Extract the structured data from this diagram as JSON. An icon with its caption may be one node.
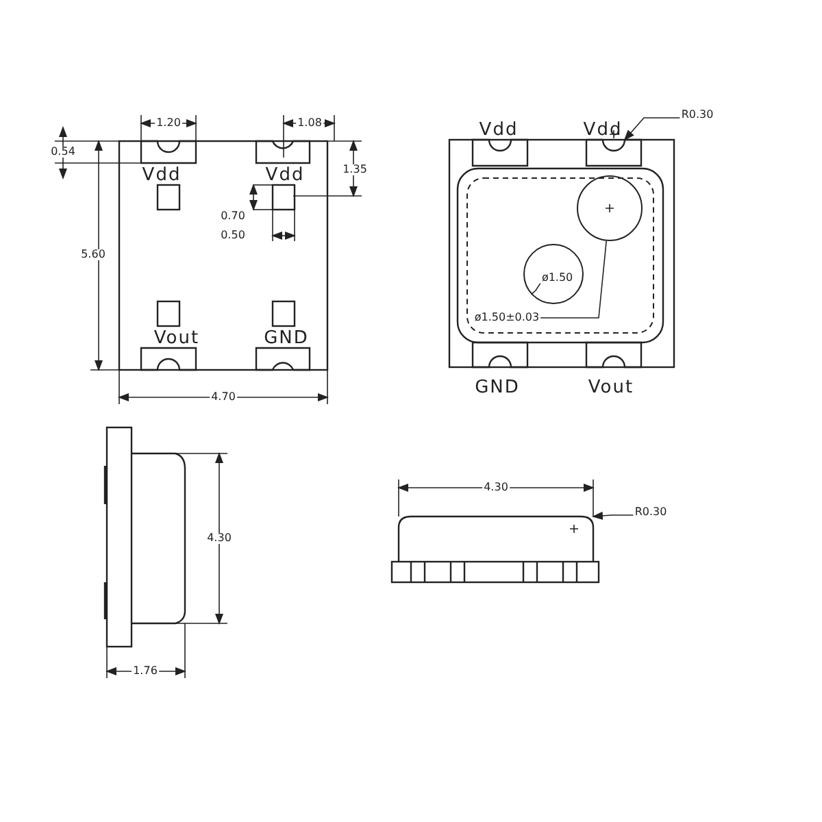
{
  "diagram": {
    "nodes": [
      {
        "text": [
          "R0.30"
        ]
      },
      {
        "text": [
          "ø1.50"
        ],
        "in": 2
      },
      {
        "text": [],
        "shape": "circle"
      },
      {
        "text": [
          "ø1.50±0.03"
        ]
      },
      {
        "text": [],
        "shape": "circle"
      },
      {
        "text": [
          "R0.30"
        ]
      },
      {
        "text": [],
        "shape": "arc"
      },
      {
        "text": [],
        "shape": "box"
      }
    ],
    "edges": [
      {
        "from": 0,
        "to": 6,
        "arrow": "to"
      },
      {
        "from": 1,
        "to": 2,
        "arrow": "none"
      },
      {
        "from": 3,
        "to": 4,
        "arrow": "none"
      },
      {
        "from": 5,
        "to": 7,
        "arrow": "to"
      }
    ],
    "labels": [
      "1.20",
      "1.08",
      "0.54",
      "1.35",
      "Vdd",
      "Vdd",
      "0.70",
      "0.50",
      "5.60",
      "Vout",
      "GND",
      "4.70",
      "Vdd",
      "Vdd",
      "GND",
      "Vout",
      "4.30",
      "1.76",
      "4.30"
    ]
  }
}
